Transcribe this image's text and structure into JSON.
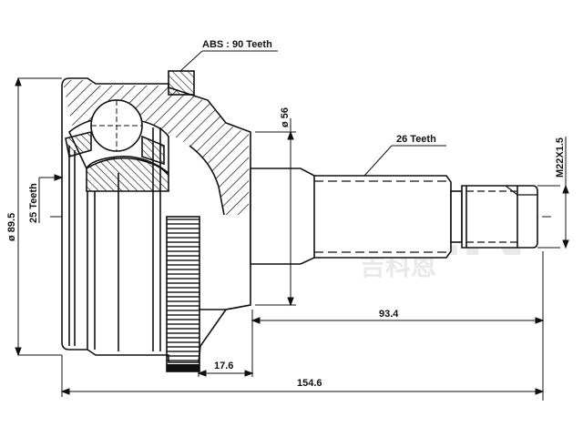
{
  "drawing": {
    "type": "CV joint (outer) technical drawing",
    "watermark": {
      "latin": "GKEREN",
      "chinese": "吉科恩"
    },
    "labels": {
      "abs_teeth": "ABS : 90 Teeth",
      "inner_spline": "25 Teeth",
      "outer_spline": "26 Teeth",
      "thread": "M22X1.5"
    },
    "dimensions": {
      "housing_diameter": "ø 89.5",
      "seal_diameter": "ø 56",
      "shaft_length": "93.4",
      "abs_offset": "17.6",
      "overall_length": "154.6"
    },
    "colors": {
      "line": "#111111",
      "watermark": "#e6e6e6",
      "background": "#ffffff"
    }
  }
}
